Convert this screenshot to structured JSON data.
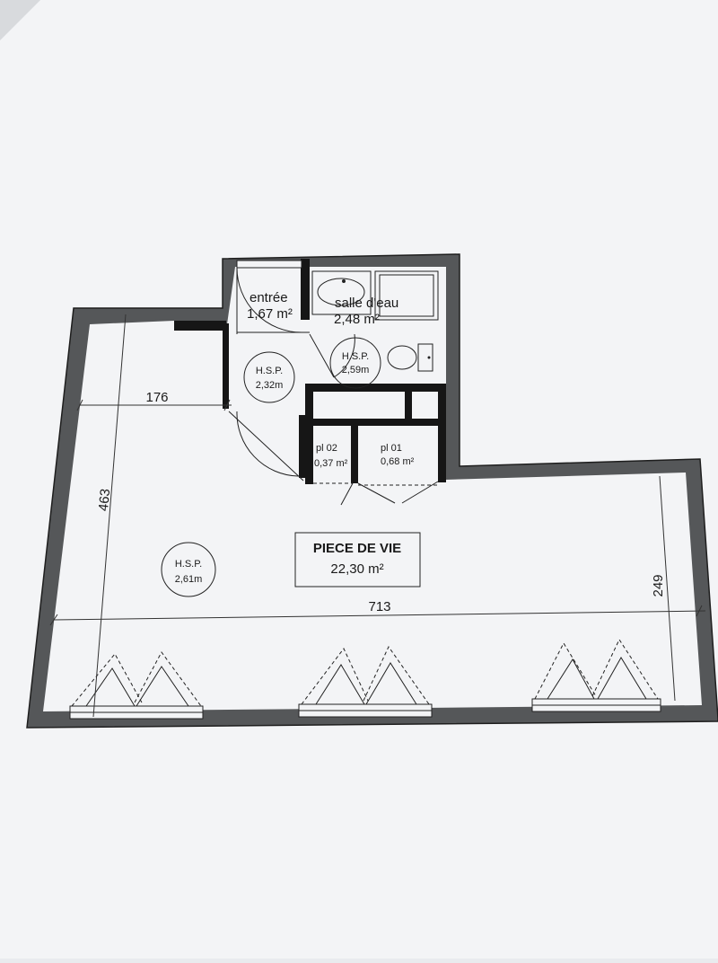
{
  "rooms": {
    "entree": {
      "name": "entrée",
      "area": "1,67 m²"
    },
    "salle_eau": {
      "name": "salle d'eau",
      "area": "2,48 m²"
    },
    "pl02": {
      "name": "pl 02",
      "area": "0,37 m²"
    },
    "pl01": {
      "name": "pl 01",
      "area": "0,68 m²"
    },
    "piece_de_vie": {
      "name": "PIECE DE VIE",
      "area": "22,30 m²"
    }
  },
  "heights": [
    {
      "label": "H.S.P.",
      "value": "2,59m"
    },
    {
      "label": "H.S.P.",
      "value": "2,32m"
    },
    {
      "label": "H.S.P.",
      "value": "2,61m"
    }
  ],
  "dimensions": {
    "d176": "176",
    "d463": "463",
    "d713": "713",
    "d249": "249"
  },
  "colors": {
    "paper": "#f2f3f5",
    "wall": "#555759",
    "ink": "#1a1a1a"
  }
}
